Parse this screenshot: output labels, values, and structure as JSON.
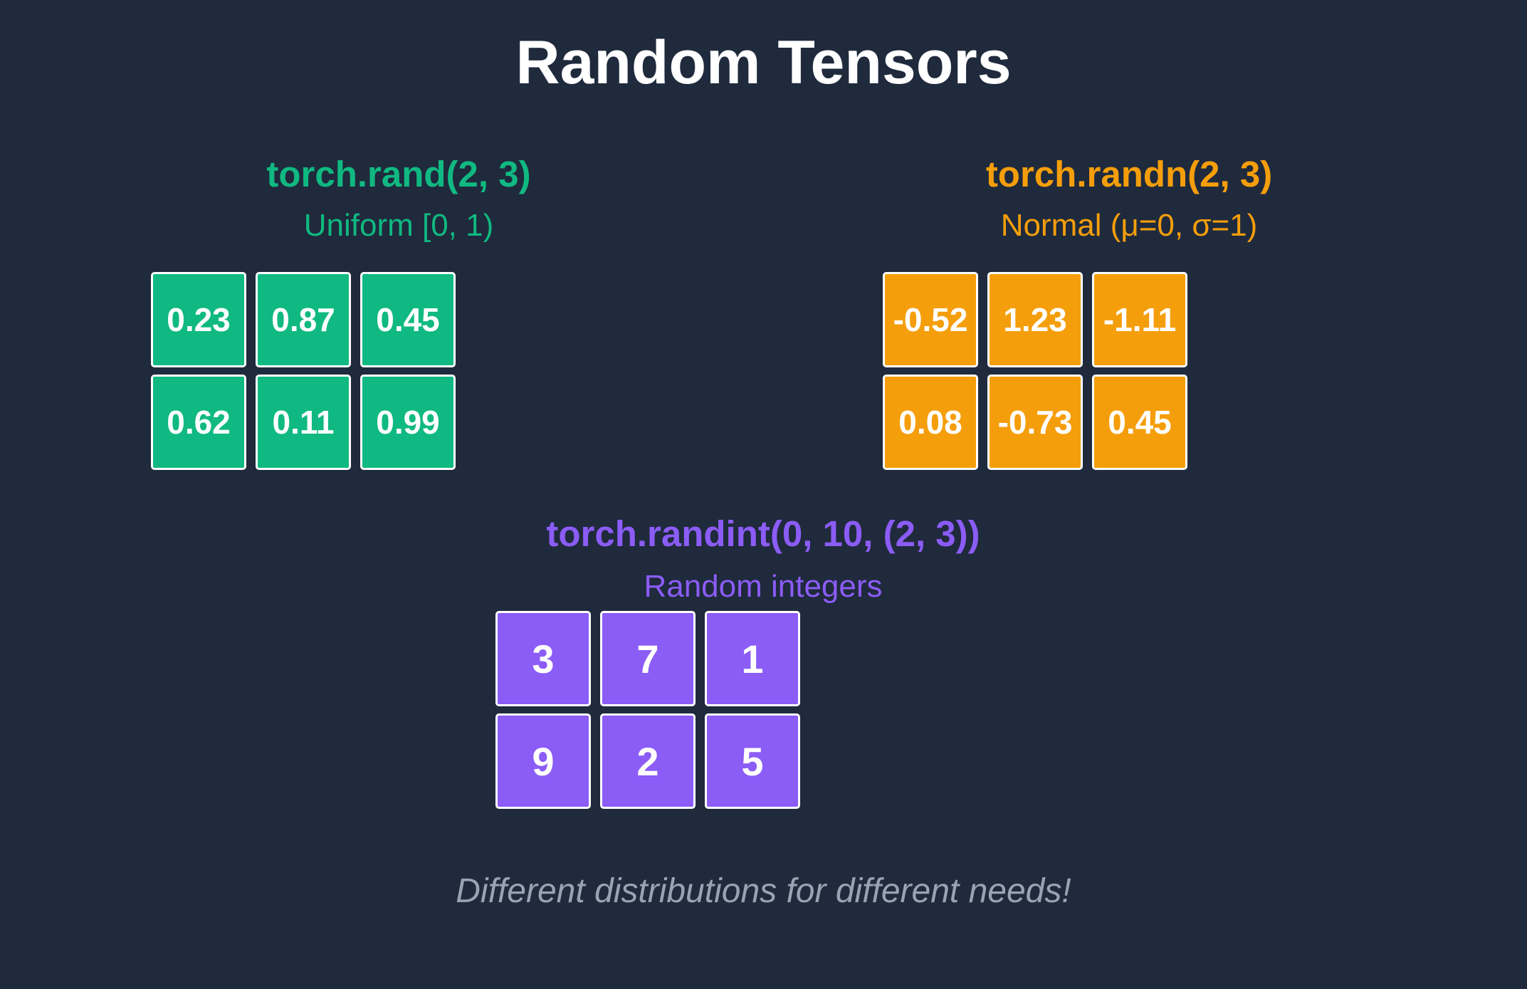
{
  "title": "Random Tensors",
  "colors": {
    "background": "#1f2a3c",
    "rand": "#10b981",
    "randn": "#f59e0b",
    "randint": "#8b5cf6",
    "footer": "#9aa3b2"
  },
  "groups": {
    "rand": {
      "function": "torch.rand(2, 3)",
      "description": "Uniform [0, 1)",
      "values": [
        "0.23",
        "0.87",
        "0.45",
        "0.62",
        "0.11",
        "0.99"
      ]
    },
    "randn": {
      "function": "torch.randn(2, 3)",
      "description": "Normal (μ=0, σ=1)",
      "values": [
        "-0.52",
        "1.23",
        "-1.11",
        "0.08",
        "-0.73",
        "0.45"
      ]
    },
    "randint": {
      "function": "torch.randint(0, 10, (2, 3))",
      "description": "Random integers",
      "values": [
        "3",
        "7",
        "1",
        "9",
        "2",
        "5"
      ]
    }
  },
  "footer": "Different distributions for different needs!"
}
